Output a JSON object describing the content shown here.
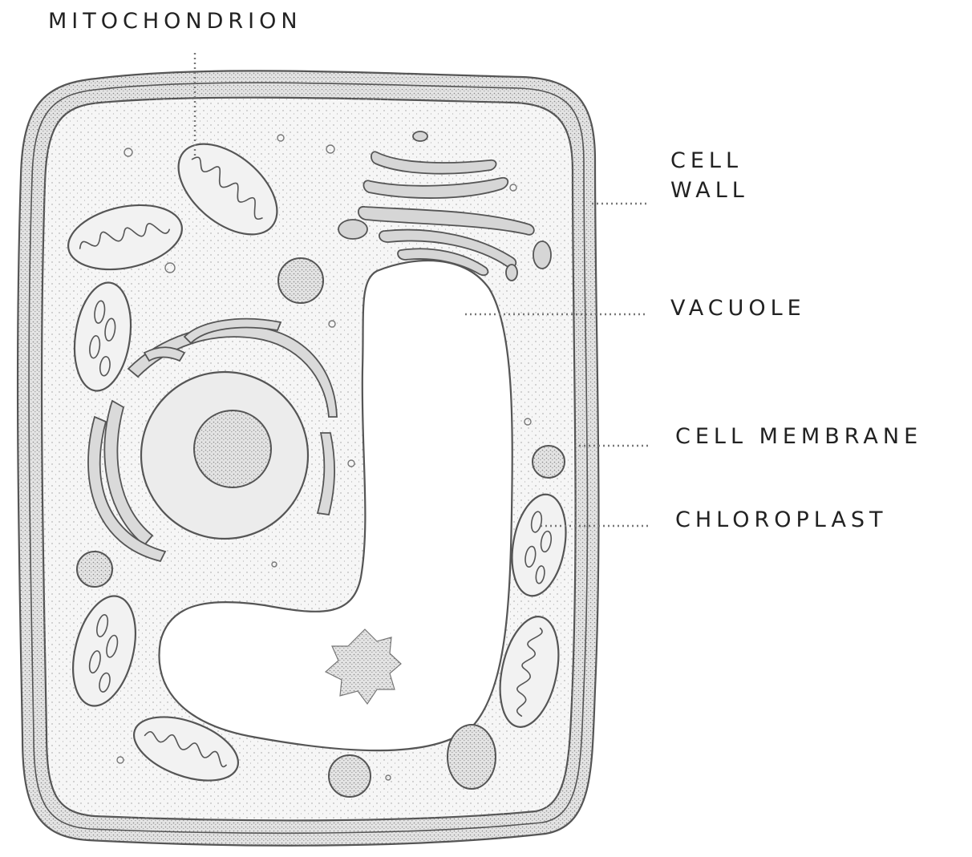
{
  "labels": {
    "mitochondrion": "MITOCHONDRION",
    "cell_wall_line1": "CELL",
    "cell_wall_line2": "WALL",
    "vacuole": "VACUOLE",
    "cell_membrane": "CELL MEMBRANE",
    "chloroplast": "CHLOROPLAST"
  },
  "colors": {
    "ink": "#555555",
    "label_text": "#222222",
    "cytoplasm": "#f5f5f5",
    "wall_fill": "#e9e9e9",
    "organelle_fill": "#d9d9d9",
    "vacuole_fill": "#ffffff"
  }
}
